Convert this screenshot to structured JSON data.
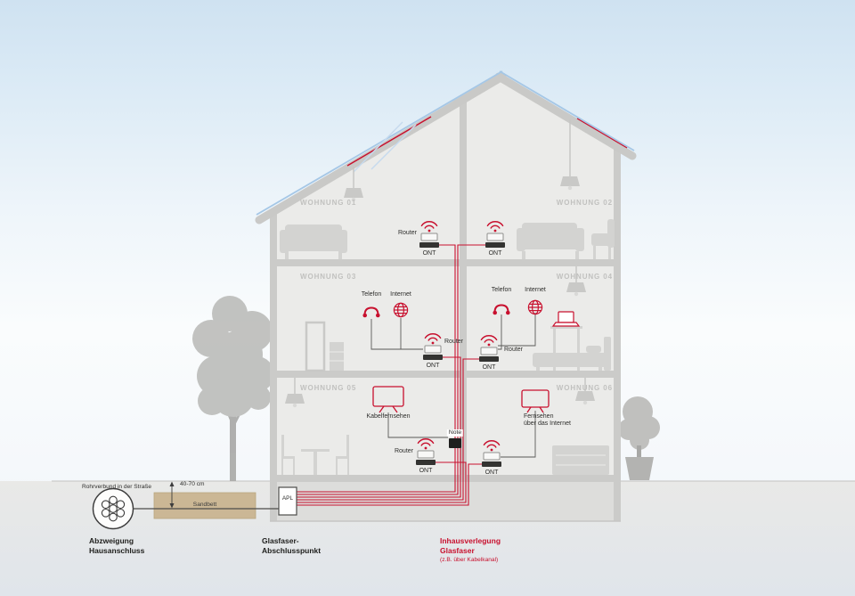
{
  "palette": {
    "accent_red": "#c8102e",
    "accent_blue": "#a5c7e6",
    "wall_gray": "#cbcbc9",
    "apartment_label_gray": "#c1c1bf",
    "sand": "#cbb795"
  },
  "apartments": [
    "WOHNUNG 01",
    "WOHNUNG 02",
    "WOHNUNG 03",
    "WOHNUNG 04",
    "WOHNUNG 05",
    "WOHNUNG 06"
  ],
  "devices": {
    "router": "Router",
    "ont": "ONT",
    "note": "Note"
  },
  "services": {
    "telefon": "Telefon",
    "internet": "Internet",
    "kabelfernsehen": "Kabelfernsehen",
    "fernsehen_line1": "Fernsehen",
    "fernsehen_line2": "über das Internet"
  },
  "underground": {
    "rohrverbund": "Rohrverbund in der Straße",
    "depth": "40-70 cm",
    "sandbett": "Sandbett",
    "apl": "APL"
  },
  "captions": {
    "abzweigung_line1": "Abzweigung",
    "abzweigung_line2": "Hausanschluss",
    "glasfaser_line1": "Glasfaser-",
    "glasfaser_line2": "Abschlusspunkt",
    "inhaus_line1": "Inhausverlegung",
    "inhaus_line2": "Glasfaser",
    "inhaus_line3": "(z.B. über Kabelkanal)"
  }
}
